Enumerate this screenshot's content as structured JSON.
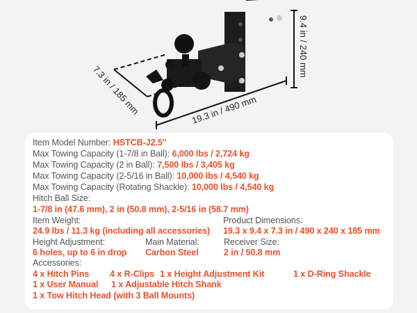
{
  "dimensions": {
    "length": "19.3 in / 490 mm",
    "height": "9.4 in / 240 mm",
    "width": "7.3 in / 185 mm"
  },
  "specs": {
    "model_label": "Item Model Number: ",
    "model_value": "HSTCB-J2.5''",
    "cap1_label": "Max Towing Capacity (1-7/8 in Ball): ",
    "cap1_value": "6,000 lbs / 2,724 kg",
    "cap2_label": "Max Towing Capacity (2 in Ball): ",
    "cap2_value": "7,500 lbs / 3,405 kg",
    "cap3_label": "Max Towing Capacity (2-5/16 in Ball): ",
    "cap3_value": "10,000 lbs / 4,540 kg",
    "cap4_label": "Max Towing Capacity (Rotating Shackle): ",
    "cap4_value": "10,000 lbs / 4,540 kg",
    "ball_label": "Hitch Ball Size:",
    "ball_value": "1-7/8 in (47.6 mm), 2 in (50.8 mm), 2-5/16 in (58.7 mm)",
    "weight_label": "Item Weight:",
    "weight_value": "24.9 lbs / 11.3 kg (including all accessories)",
    "dims_label": "Product Dimensions:",
    "dims_value": "19.3 x 9.4 x 7.3 in / 490 x 240 x 185 mm",
    "height_label": "Height Adjustment:",
    "height_value": "6 holes, up to 6 in drop",
    "material_label": "Main Material:",
    "material_value": "Carbon Steel",
    "receiver_label": "Receiver Size:",
    "receiver_value": "2 in / 50.8 mm",
    "accessories_label": "Accessories:",
    "accessories": [
      "4 x Hitch Pins",
      "4 x R-Clips",
      "1 x Height Adjustment Kit",
      "1 x D-Ring Shackle",
      "1 x User Manual",
      "1 x Adjustable Hitch Shank",
      "1 x Tow Hitch Head (with 3 Ball Mounts)"
    ]
  }
}
